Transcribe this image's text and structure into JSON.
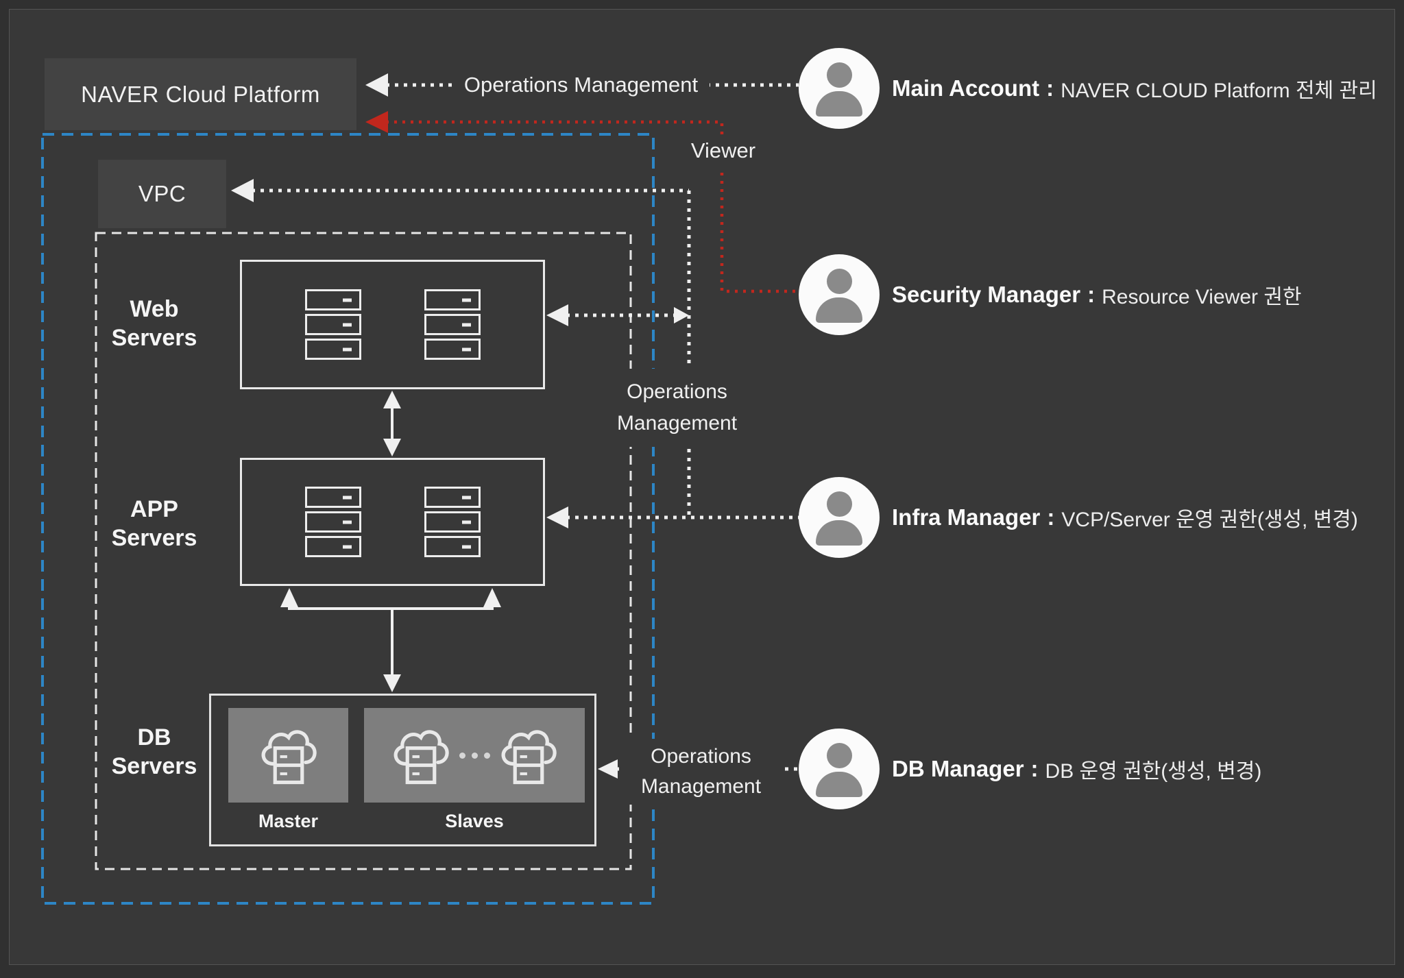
{
  "platform": {
    "label": "NAVER Cloud Platform"
  },
  "vpc": {
    "label": "VPC"
  },
  "tiers": {
    "web": {
      "label_line1": "Web",
      "label_line2": "Servers"
    },
    "app": {
      "label_line1": "APP",
      "label_line2": "Servers"
    },
    "db": {
      "label_line1": "DB",
      "label_line2": "Servers",
      "master_label": "Master",
      "slaves_label": "Slaves"
    }
  },
  "connectors": {
    "main_ops_label": "Operations Management",
    "viewer_label": "Viewer",
    "vpc_ops_label_line1": "Operations",
    "vpc_ops_label_line2": "Management",
    "db_ops_label_line1": "Operations",
    "db_ops_label_line2": "Management"
  },
  "accounts": {
    "separator": ":",
    "items": [
      {
        "name": "Main Account",
        "description": "NAVER CLOUD Platform 전체 관리"
      },
      {
        "name": "Security Manager",
        "description": "Resource Viewer 권한"
      },
      {
        "name": "Infra Manager",
        "description": "VCP/Server 운영 권한(생성, 변경)"
      },
      {
        "name": "DB Manager",
        "description": "DB 운영 권한(생성, 변경)"
      }
    ]
  },
  "icons": {
    "account_icon": "user-icon",
    "server_icon": "server-rack-icon",
    "db_icon": "cloud-database-icon"
  },
  "colors": {
    "background": "#383838",
    "boundary_blue": "#2d86c6",
    "connector_red": "#c1271d",
    "line_white": "#f0f0f0",
    "db_panel_gray": "#7e7e7e"
  }
}
